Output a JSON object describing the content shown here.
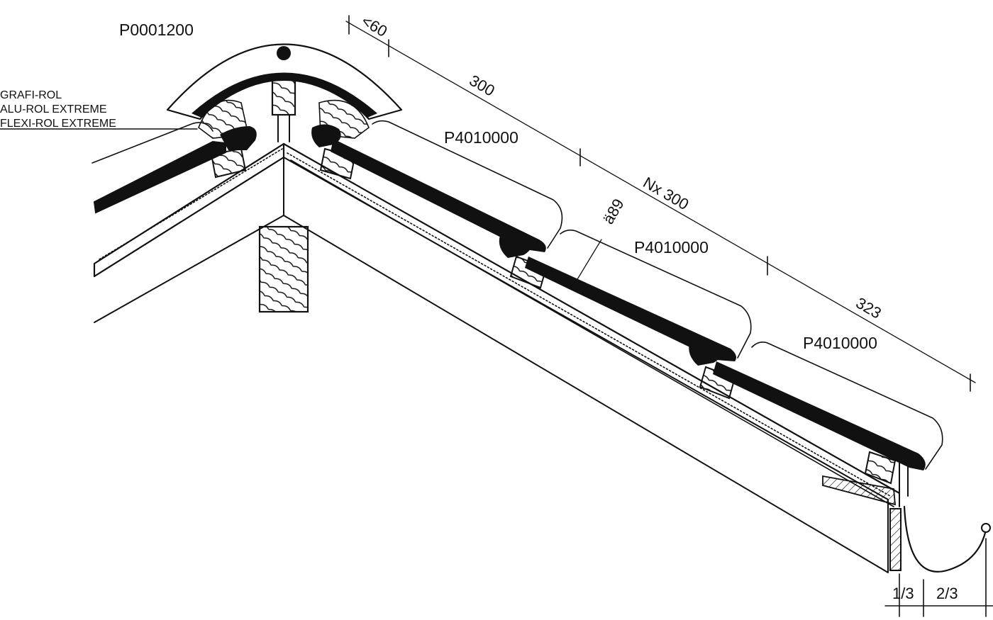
{
  "labels": {
    "ridge_part": "P0001200",
    "tile_part_1": "P4010000",
    "tile_part_2": "P4010000",
    "tile_part_3": "P4010000",
    "material_1": "GRAFI-ROL",
    "material_2": "ALU-ROL EXTREME",
    "material_3": "FLEXI-ROL EXTREME"
  },
  "dimensions": {
    "top_overlap": "<60",
    "first_batten": "300",
    "batten_spacing": "Nx 300",
    "last_batten": "323",
    "tile_height": "ä89",
    "gutter_inner": "1/3",
    "gutter_outer": "2/3"
  },
  "colors": {
    "line": "#111111",
    "background": "#ffffff"
  }
}
